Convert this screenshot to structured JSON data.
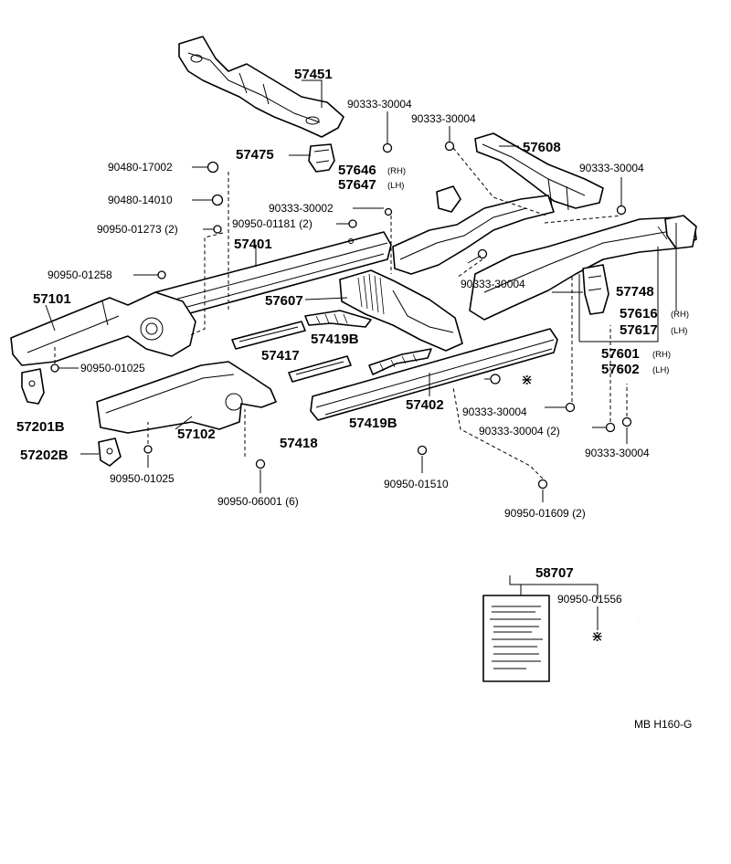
{
  "labels": {
    "p57451": "57451",
    "p57475": "57475",
    "p57608": "57608",
    "p57646": "57646",
    "p57647": "57647",
    "rh": "(RH)",
    "lh": "(LH)",
    "p57401": "57401",
    "p57607": "57607",
    "p57748": "57748",
    "p57616": "57616",
    "p57617": "57617",
    "p57101": "57101",
    "p57417": "57417",
    "p57419b": "57419B",
    "p57601": "57601",
    "p57602": "57602",
    "p57201b": "57201B",
    "p57102": "57102",
    "p57418": "57418",
    "p57402": "57402",
    "p57202b": "57202B",
    "p58707": "58707",
    "f90333_30004": "90333-30004",
    "f90333_30004_x2": "90333-30004 (2)",
    "f90480_17002": "90480-17002",
    "f90480_14010": "90480-14010",
    "f90333_30002": "90333-30002",
    "f90950_01273": "90950-01273 (2)",
    "f90950_01181": "90950-01181 (2)",
    "f90950_01258": "90950-01258",
    "f90950_01025": "90950-01025",
    "f90950_06001": "90950-06001 (6)",
    "f90950_01510": "90950-01510",
    "f90950_01609": "90950-01609 (2)",
    "f90950_01556": "90950-01556"
  },
  "reference_code": "MB  H160-G",
  "symbols": {
    "star": "⋇"
  }
}
